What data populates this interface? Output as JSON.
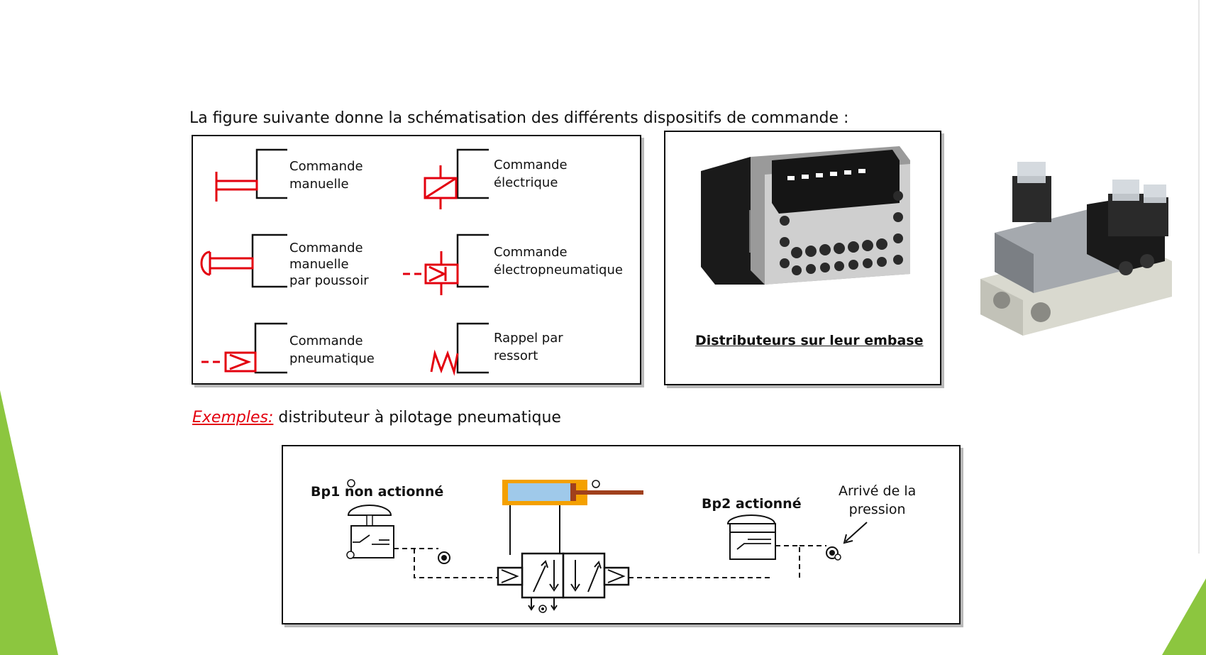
{
  "intro": {
    "sentence": "La figure suivante donne la schématisation des différents dispositifs de commande :"
  },
  "symbols": {
    "manual": [
      "Commande",
      "manuelle"
    ],
    "push": [
      "Commande",
      "manuelle",
      "par poussoir"
    ],
    "pneumatic": [
      "Commande",
      "pneumatique"
    ],
    "electric": [
      "Commande",
      "électrique"
    ],
    "electropneumatic": [
      "Commande",
      "électropneumatique"
    ],
    "spring": [
      "Rappel par",
      "ressort"
    ]
  },
  "photo_panel": {
    "caption": "Distributeurs sur leur embase"
  },
  "examples": {
    "keyword": "Exemples:",
    "rest": " distributeur à pilotage pneumatique"
  },
  "diagram": {
    "bp1": "Bp1 non actionné",
    "bp2": "Bp2 actionné",
    "pressure": [
      "Arrivé de la",
      "pression"
    ]
  },
  "colors": {
    "symbol_red": "#e3000f",
    "accent_green": "#8cc63f",
    "cylinder_orange": "#f4a000",
    "cylinder_blue": "#9fc9ea",
    "rod_brown": "#a0401c"
  }
}
